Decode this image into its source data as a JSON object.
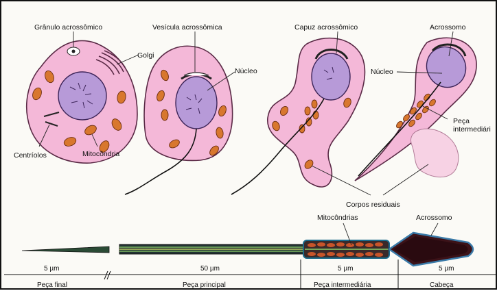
{
  "labels": {
    "granulo": "Grânulo acrossômico",
    "golgi": "Golgi",
    "centriolos": "Centríolos",
    "mitocondria": "Mitocôndria",
    "vesicula": "Vesícula acrossômica",
    "nucleo1": "Núcleo",
    "capuz": "Capuz acrossômico",
    "acrossomo_top": "Acrossomo",
    "nucleo2": "Núcleo",
    "peca_int_top_1": "Peça",
    "peca_int_top_2": "intermediári",
    "corpos": "Corpos residuais",
    "mitocondrias": "Mitocôndrias",
    "acrossomo_bottom": "Acrossomo"
  },
  "scale": {
    "seg1": "5 µm",
    "seg2": "50 µm",
    "seg3": "5 µm",
    "seg4": "5 µm"
  },
  "segments": {
    "s1": "Peça final",
    "s2": "Peça principal",
    "s3": "Peça intermediária",
    "s4": "Cabeça"
  }
}
